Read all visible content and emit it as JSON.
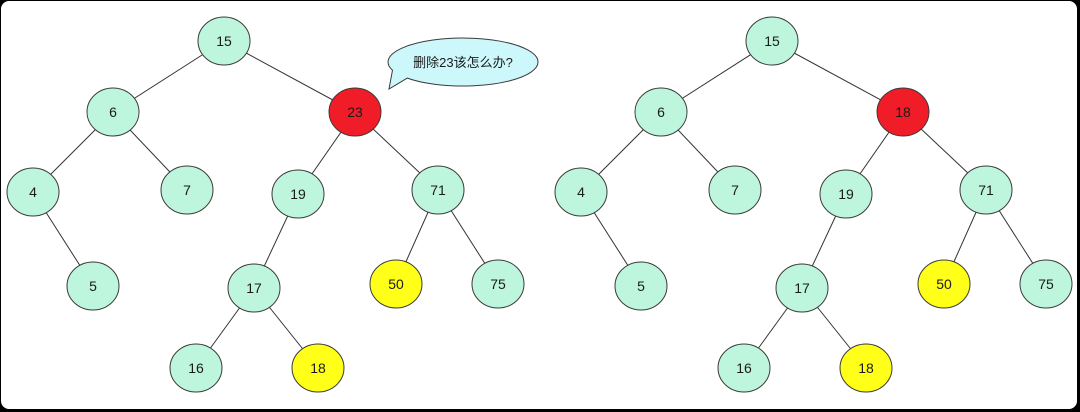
{
  "colors": {
    "normal": "#bdf5dd",
    "deleted": "#f01c28",
    "highlight": "#ffff17",
    "stroke": "#3a3a3a",
    "edge": "#333333",
    "bubble": "#ccf8fb"
  },
  "trees": [
    {
      "id": "before",
      "nodes": [
        {
          "id": "n15",
          "label": "15",
          "kind": "normal"
        },
        {
          "id": "n6",
          "label": "6",
          "kind": "normal"
        },
        {
          "id": "n23",
          "label": "23",
          "kind": "deleted"
        },
        {
          "id": "n4",
          "label": "4",
          "kind": "normal"
        },
        {
          "id": "n7",
          "label": "7",
          "kind": "normal"
        },
        {
          "id": "n19",
          "label": "19",
          "kind": "normal"
        },
        {
          "id": "n71",
          "label": "71",
          "kind": "normal"
        },
        {
          "id": "n5",
          "label": "5",
          "kind": "normal"
        },
        {
          "id": "n17",
          "label": "17",
          "kind": "normal"
        },
        {
          "id": "n50",
          "label": "50",
          "kind": "highlight"
        },
        {
          "id": "n75",
          "label": "75",
          "kind": "normal"
        },
        {
          "id": "n16",
          "label": "16",
          "kind": "normal"
        },
        {
          "id": "n18",
          "label": "18",
          "kind": "highlight"
        }
      ],
      "edges": [
        [
          "n15",
          "n6"
        ],
        [
          "n15",
          "n23"
        ],
        [
          "n6",
          "n4"
        ],
        [
          "n6",
          "n7"
        ],
        [
          "n4",
          "n5"
        ],
        [
          "n23",
          "n19"
        ],
        [
          "n23",
          "n71"
        ],
        [
          "n19",
          "n17"
        ],
        [
          "n17",
          "n16"
        ],
        [
          "n17",
          "n18"
        ],
        [
          "n71",
          "n50"
        ],
        [
          "n71",
          "n75"
        ]
      ]
    },
    {
      "id": "after",
      "nodes": [
        {
          "id": "n15",
          "label": "15",
          "kind": "normal"
        },
        {
          "id": "n6",
          "label": "6",
          "kind": "normal"
        },
        {
          "id": "n18r",
          "label": "18",
          "kind": "deleted"
        },
        {
          "id": "n4",
          "label": "4",
          "kind": "normal"
        },
        {
          "id": "n7",
          "label": "7",
          "kind": "normal"
        },
        {
          "id": "n19",
          "label": "19",
          "kind": "normal"
        },
        {
          "id": "n71",
          "label": "71",
          "kind": "normal"
        },
        {
          "id": "n5",
          "label": "5",
          "kind": "normal"
        },
        {
          "id": "n17",
          "label": "17",
          "kind": "normal"
        },
        {
          "id": "n50",
          "label": "50",
          "kind": "highlight"
        },
        {
          "id": "n75",
          "label": "75",
          "kind": "normal"
        },
        {
          "id": "n16",
          "label": "16",
          "kind": "normal"
        },
        {
          "id": "n18",
          "label": "18",
          "kind": "highlight"
        }
      ],
      "edges": [
        [
          "n15",
          "n6"
        ],
        [
          "n15",
          "n18r"
        ],
        [
          "n6",
          "n4"
        ],
        [
          "n6",
          "n7"
        ],
        [
          "n4",
          "n5"
        ],
        [
          "n18r",
          "n19"
        ],
        [
          "n18r",
          "n71"
        ],
        [
          "n19",
          "n17"
        ],
        [
          "n17",
          "n16"
        ],
        [
          "n17",
          "n18"
        ],
        [
          "n71",
          "n50"
        ],
        [
          "n71",
          "n75"
        ]
      ]
    }
  ],
  "callout": {
    "text": "删除23该怎么办?"
  }
}
